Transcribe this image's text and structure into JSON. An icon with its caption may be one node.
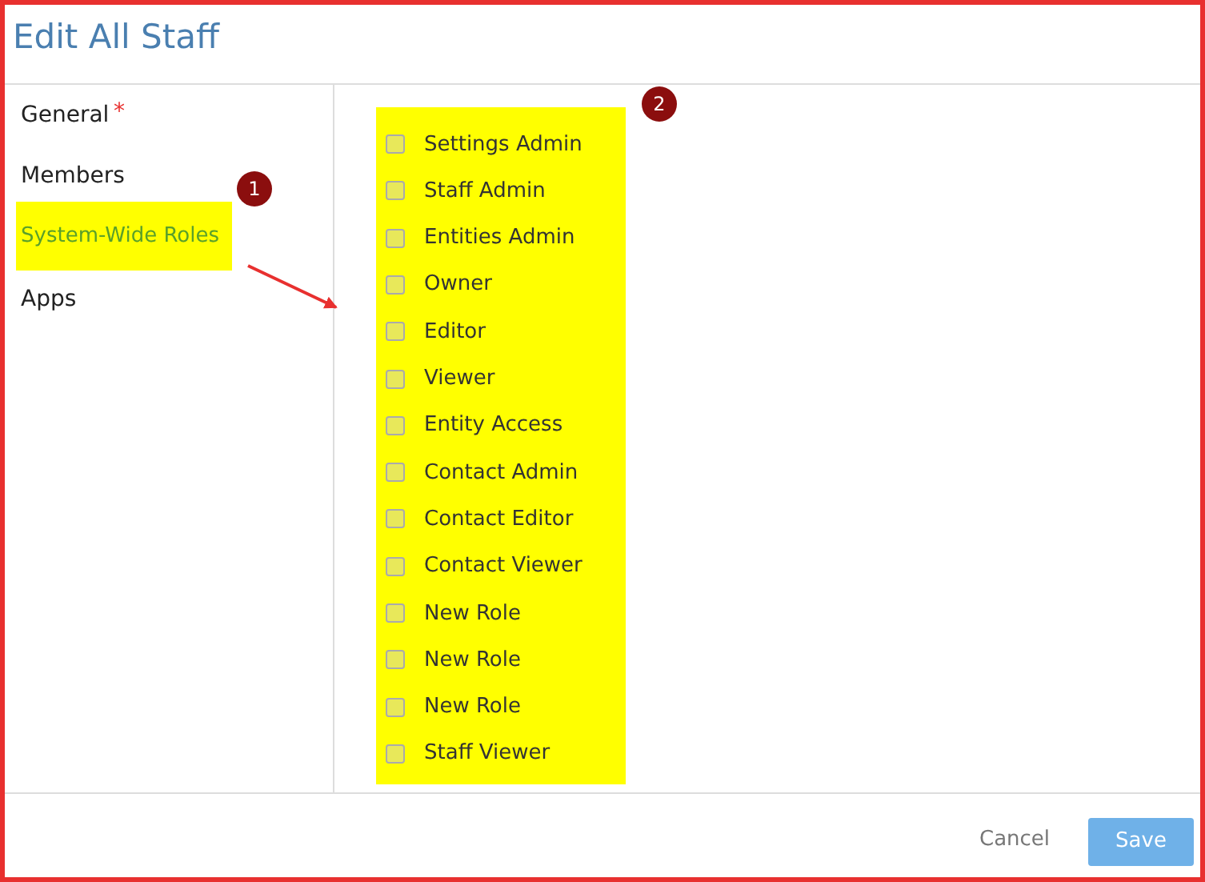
{
  "diagram": {
    "title": "Edit All Staff",
    "nodes": [
      {
        "text": [
          "System-Wide Roles"
        ]
      },
      {
        "text": [
          "Settings Admin",
          "Staff Admin",
          "Entities Admin",
          "Owner",
          "Editor",
          "Viewer",
          "Entity Access",
          "Contact Admin",
          "Contact Editor",
          "Contact Viewer",
          "New Role",
          "New Role",
          "New Role",
          "Staff Viewer"
        ]
      },
      {
        "text": [
          "1"
        ]
      },
      {
        "text": [
          "2"
        ]
      }
    ],
    "edges": [
      {
        "from": 0,
        "to": 1,
        "arrow": "to",
        "color": "#e8302f"
      }
    ],
    "labels": [
      "General",
      "*",
      "Members",
      "Apps",
      "Cancel",
      "Save"
    ]
  }
}
